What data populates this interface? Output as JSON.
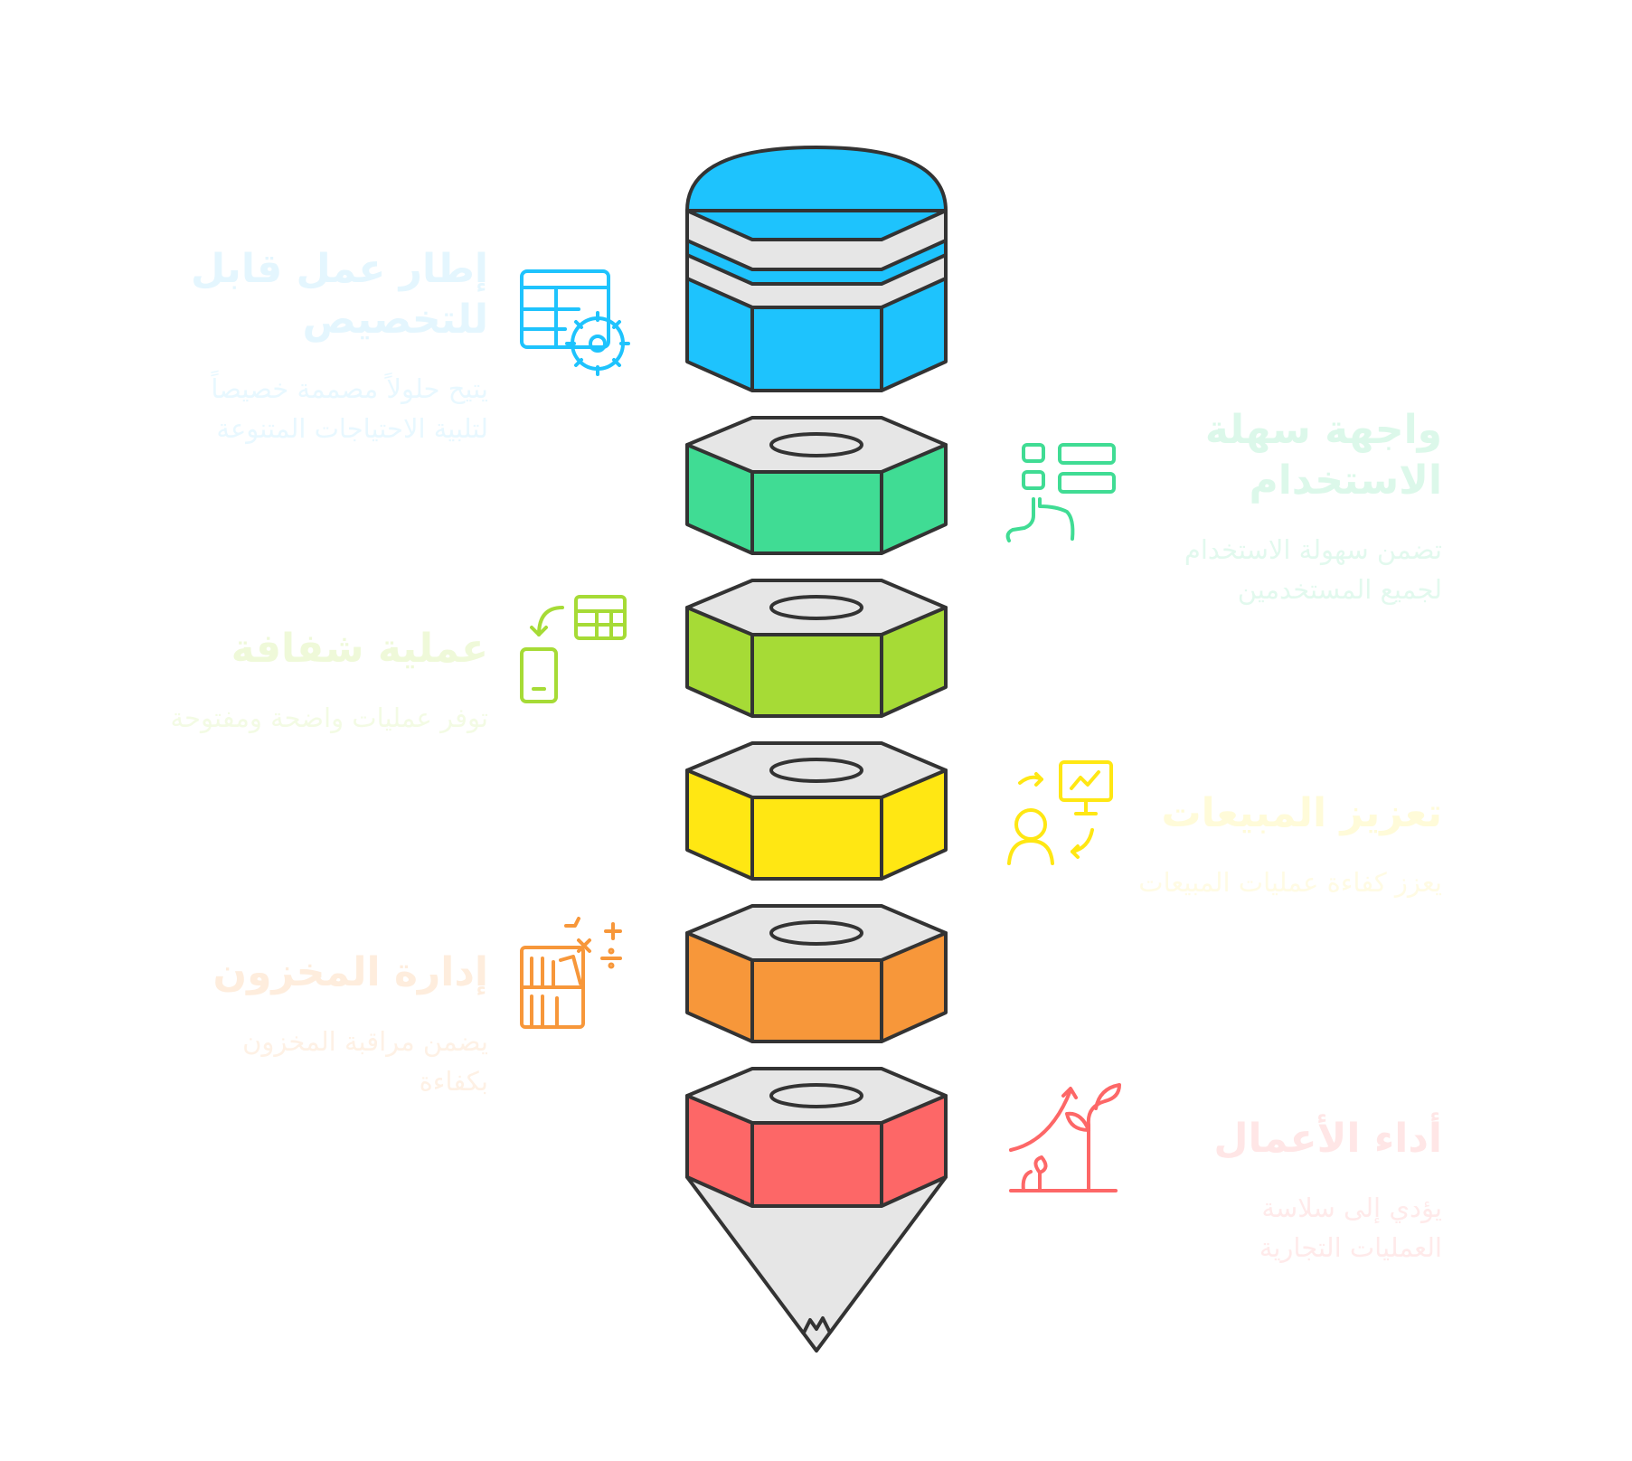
{
  "stages": [
    {
      "id": "framework",
      "side": "left",
      "color": "#1ec3fd",
      "icon": "table-gear-icon",
      "title": "إطار عمل قابل\nللتخصيص",
      "description": "يتيح حلولاً مصممة خصيصاً\nلتلبية الاحتياجات المتنوعة"
    },
    {
      "id": "interface",
      "side": "right",
      "color": "#40dc94",
      "icon": "touch-interface-icon",
      "title": "واجهة سهلة\nالاستخدام",
      "description": "تضمن سهولة الاستخدام\nلجميع المستخدمين"
    },
    {
      "id": "transparent",
      "side": "left",
      "color": "#a6db36",
      "icon": "phone-sync-table-icon",
      "title": "عملية شفافة",
      "description": "توفر عمليات واضحة ومفتوحة"
    },
    {
      "id": "sales",
      "side": "right",
      "color": "#ffe713",
      "icon": "presenter-chart-icon",
      "title": "تعزيز المبيعات",
      "description": "يعزز كفاءة عمليات المبيعات"
    },
    {
      "id": "inventory",
      "side": "left",
      "color": "#f7973a",
      "icon": "shelves-math-icon",
      "title": "إدارة المخزون",
      "description": "يضمن مراقبة المخزون\nبكفاءة"
    },
    {
      "id": "performance",
      "side": "right",
      "color": "#fd6767",
      "icon": "growth-plant-icon",
      "title": "أداء الأعمال",
      "description": "يؤدي إلى سلاسة\nالعمليات التجارية"
    }
  ]
}
